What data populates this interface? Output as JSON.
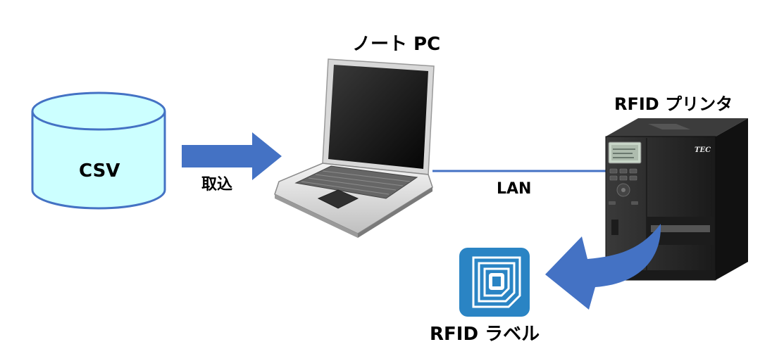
{
  "labels": {
    "csv": "CSV",
    "import": "取込",
    "laptop": "ノート PC",
    "lan": "LAN",
    "printer": "RFID プリンタ",
    "rfid_label": "RFID ラベル",
    "printer_brand": "TEC"
  },
  "colors": {
    "db_fill": "#ccffff",
    "db_stroke": "#4472c4",
    "arrow": "#4472c4",
    "lan_line": "#4472c4",
    "rfid_icon": "#2a84c4"
  },
  "icons": [
    "database-cylinder",
    "laptop",
    "rfid-printer",
    "rfid-tag-icon"
  ]
}
